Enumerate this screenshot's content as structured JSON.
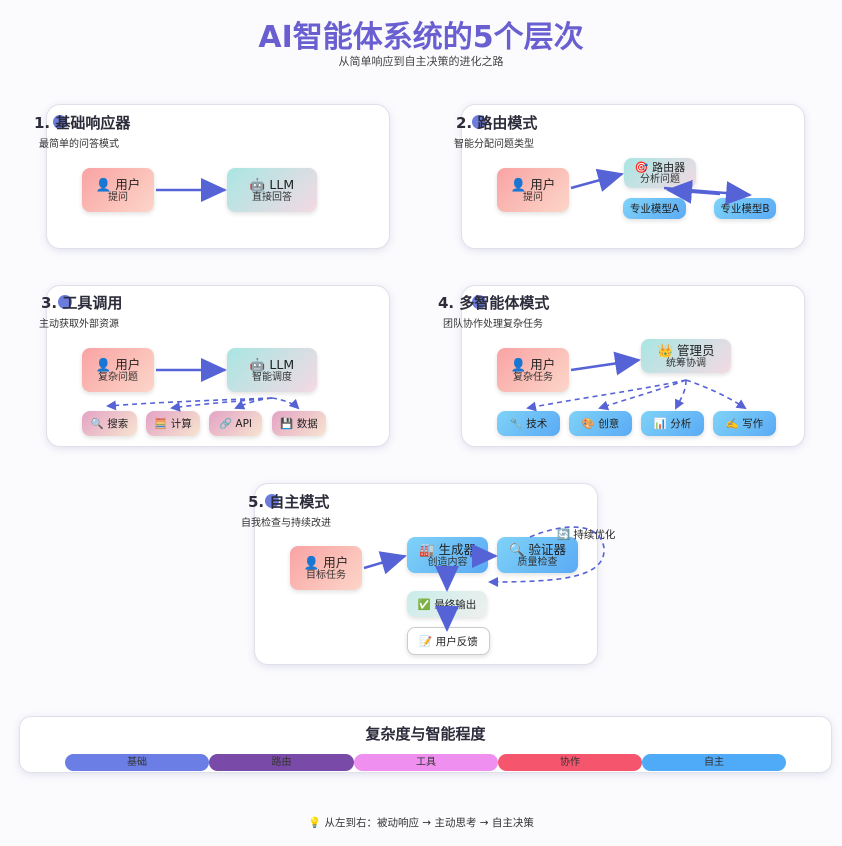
{
  "header": {
    "title": "AI智能体系统的5个层次",
    "subtitle": "从简单响应到自主决策的进化之路"
  },
  "levels": [
    {
      "title": "1. 基础响应器",
      "subtitle": "最简单的问答模式",
      "nodes": [
        {
          "l1": "👤 用户",
          "l2": "提问"
        },
        {
          "l1": "🤖 LLM",
          "l2": "直接回答"
        }
      ]
    },
    {
      "title": "2. 路由模式",
      "subtitle": "智能分配问题类型",
      "nodes": [
        {
          "l1": "👤 用户",
          "l2": "提问"
        },
        {
          "l1": "🎯 路由器",
          "l2": "分析问题"
        },
        {
          "l1": "专业模型A"
        },
        {
          "l1": "专业模型B"
        }
      ]
    },
    {
      "title": "3. 工具调用",
      "subtitle": "主动获取外部资源",
      "nodes": [
        {
          "l1": "👤 用户",
          "l2": "复杂问题"
        },
        {
          "l1": "🤖 LLM",
          "l2": "智能调度"
        }
      ],
      "tools": [
        "🔍 搜索",
        "🧮 计算",
        "🔗 API",
        "💾 数据"
      ]
    },
    {
      "title": "4. 多智能体模式",
      "subtitle": "团队协作处理复杂任务",
      "nodes": [
        {
          "l1": "👤 用户",
          "l2": "复杂任务"
        },
        {
          "l1": "👑 管理员",
          "l2": "统筹协调"
        }
      ],
      "agents": [
        "🔧 技术",
        "🎨 创意",
        "📊 分析",
        "✍️ 写作"
      ]
    },
    {
      "title": "5. 自主模式",
      "subtitle": "自我检查与持续改进",
      "nodes": [
        {
          "l1": "👤 用户",
          "l2": "目标任务"
        },
        {
          "l1": "🏭 生成器",
          "l2": "创造内容"
        },
        {
          "l1": "🔍 验证器",
          "l2": "质量检查"
        },
        {
          "l1": "✅ 最终输出"
        },
        {
          "l1": "📝 用户反馈"
        }
      ],
      "loop_label": "🔄 持续优化"
    }
  ],
  "complexity": {
    "title": "复杂度与智能程度",
    "segments": [
      {
        "label": "基础",
        "color": "#6b7ee6"
      },
      {
        "label": "路由",
        "color": "#7a4aa8"
      },
      {
        "label": "工具",
        "color": "#ef8ff0"
      },
      {
        "label": "协作",
        "color": "#f5566e"
      },
      {
        "label": "自主",
        "color": "#4faaf7"
      }
    ]
  },
  "footer": "💡 从左到右：被动响应 → 主动思考 → 自主决策",
  "colors": {
    "accent": "#6a5fd0",
    "arrow": "#5563d6"
  }
}
